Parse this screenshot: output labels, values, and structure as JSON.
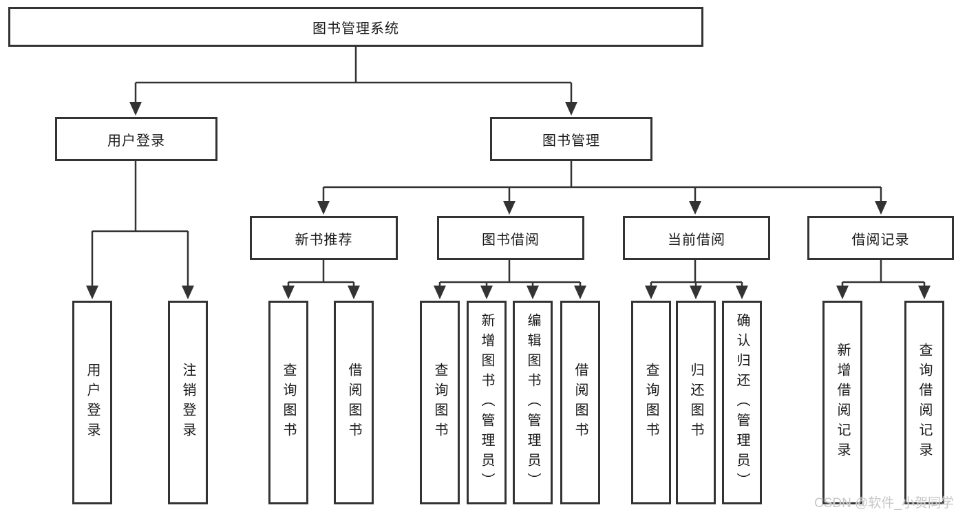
{
  "tree": {
    "label": "图书管理系统",
    "children": [
      {
        "label": "用户登录",
        "children": [
          {
            "label": "用户登录"
          },
          {
            "label": "注销登录"
          }
        ]
      },
      {
        "label": "图书管理",
        "children": [
          {
            "label": "新书推荐",
            "children": [
              {
                "label": "查询图书"
              },
              {
                "label": "借阅图书"
              }
            ]
          },
          {
            "label": "图书借阅",
            "children": [
              {
                "label": "查询图书"
              },
              {
                "label": "新增图书（管理员）"
              },
              {
                "label": "编辑图书（管理员）"
              },
              {
                "label": "借阅图书"
              }
            ]
          },
          {
            "label": "当前借阅",
            "children": [
              {
                "label": "查询图书"
              },
              {
                "label": "归还图书"
              },
              {
                "label": "确认归还（管理员）"
              }
            ]
          },
          {
            "label": "借阅记录",
            "children": [
              {
                "label": "新增借阅记录"
              },
              {
                "label": "查询借阅记录"
              }
            ]
          }
        ]
      }
    ]
  },
  "watermark": {
    "text": "CSDN @软件_小贺同学"
  },
  "colors": {
    "line": "#333333",
    "box_border": "#333333",
    "box_fill": "#ffffff",
    "text": "#1a1a1a",
    "watermark": "#c8c8c8",
    "background": "#ffffff"
  }
}
